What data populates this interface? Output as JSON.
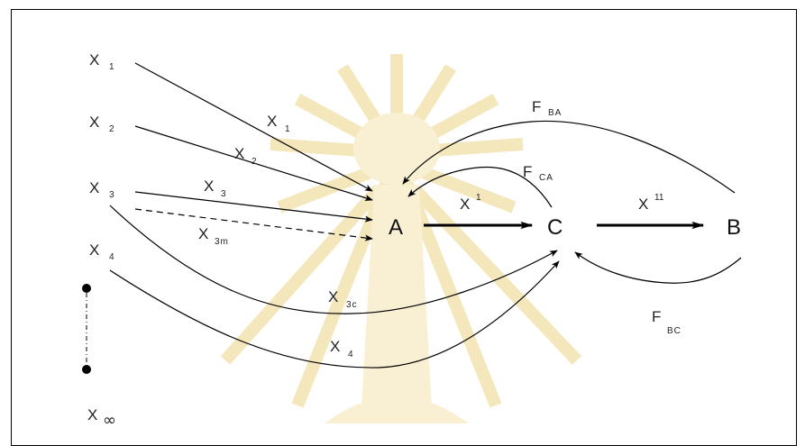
{
  "nodes": {
    "a": "A",
    "c": "C",
    "b": "B"
  },
  "inputs": {
    "x1": {
      "base": "X",
      "sub": "1"
    },
    "x2": {
      "base": "X",
      "sub": "2"
    },
    "x3": {
      "base": "X",
      "sub": "3"
    },
    "x4": {
      "base": "X",
      "sub": "4"
    },
    "xinf": {
      "base": "X",
      "sub": "∞"
    }
  },
  "edge_labels": {
    "x1": {
      "base": "X",
      "sub": "1"
    },
    "x2": {
      "base": "X",
      "sub": "2"
    },
    "x3": {
      "base": "X",
      "sub": "3"
    },
    "x3m": {
      "base": "X",
      "sub": "3m"
    },
    "x3c": {
      "base": "X",
      "sub": "3c"
    },
    "x4": {
      "base": "X",
      "sub": "4"
    },
    "x_prime": {
      "base": "X",
      "sup": "1"
    },
    "x_double": {
      "base": "X",
      "sup": "11"
    },
    "f_ba": {
      "base": "F",
      "sub": "BA"
    },
    "f_ca": {
      "base": "F",
      "sub": "CA"
    },
    "f_bc": {
      "base": "F",
      "sub": "BC"
    }
  },
  "colors": {
    "line": "#000000",
    "watermark": "#f7ecc6"
  }
}
